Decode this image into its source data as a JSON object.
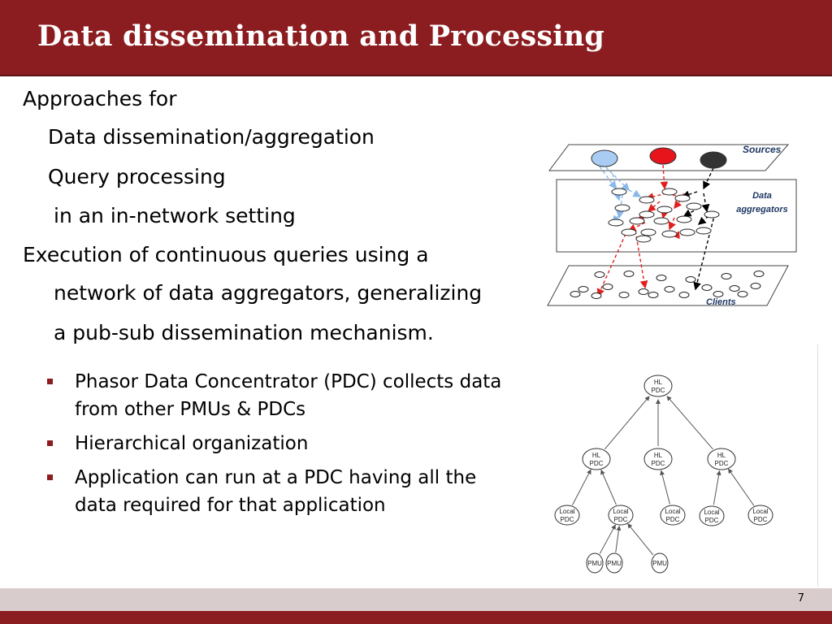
{
  "header": {
    "title": "Data dissemination and Processing"
  },
  "body": {
    "lines": [
      "Approaches for",
      "Data dissemination/aggregation",
      "Query processing",
      "in an in-network setting",
      "Execution of continuous queries using a",
      "network of data aggregators, generalizing",
      "a pub-sub dissemination mechanism."
    ]
  },
  "bullets": [
    "Phasor Data Concentrator (PDC) collects data from other PMUs & PDCs",
    "Hierarchical organization",
    "Application can run at a PDC having all the data required for that application"
  ],
  "network_diagram": {
    "sources_label": "Sources",
    "aggregators_label_1": "Data",
    "aggregators_label_2": "aggregators",
    "clients_label": "Clients",
    "source_colors": [
      "#a9cdf2",
      "#e8141c",
      "#333333"
    ],
    "arrow_colors": {
      "blue": "#8ab8ea",
      "red": "#e0201c",
      "black": "#000000"
    }
  },
  "hierarchy_diagram": {
    "top": {
      "line1": "HL",
      "line2": "PDC"
    },
    "mid": [
      {
        "line1": "HL",
        "line2": "PDC"
      },
      {
        "line1": "HL",
        "line2": "PDC"
      },
      {
        "line1": "HL",
        "line2": "PDC"
      }
    ],
    "local": [
      {
        "line1": "Local",
        "line2": "PDC"
      },
      {
        "line1": "Local",
        "line2": "PDC"
      },
      {
        "line1": "Local",
        "line2": "PDC"
      },
      {
        "line1": "Local",
        "line2": "PDC"
      },
      {
        "line1": "Local",
        "line2": "PDC"
      }
    ],
    "pmu": [
      "PMU",
      "PMU",
      "PMU"
    ]
  },
  "footer": {
    "page_number": "7"
  }
}
